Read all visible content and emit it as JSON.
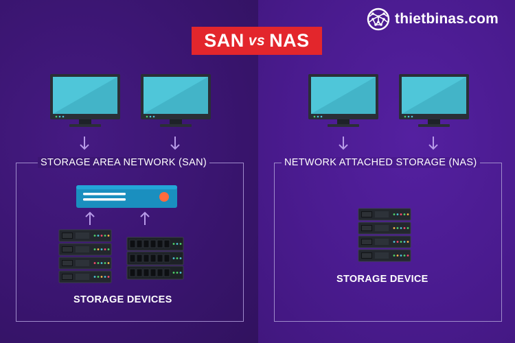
{
  "title": {
    "left": "SAN",
    "vs": "vs",
    "right": "NAS"
  },
  "brand": {
    "name": "thietbinas.com",
    "logo_icon": "globe-network-icon"
  },
  "san": {
    "label": "STORAGE AREA NETWORK (SAN)",
    "caption": "STORAGE DEVICES",
    "clients": [
      "monitor-icon",
      "monitor-icon"
    ],
    "switch_icon": "san-switch-icon"
  },
  "nas": {
    "label": "NETWORK ATTACHED STORAGE (NAS)",
    "caption": "STORAGE DEVICE",
    "clients": [
      "monitor-icon",
      "monitor-icon"
    ]
  },
  "colors": {
    "title_bg": "#e3262c",
    "screen": "#4fc6d9",
    "arrow": "#b89be8",
    "switch": "#1a8fbf",
    "switch_led": "#ff6b3d"
  }
}
